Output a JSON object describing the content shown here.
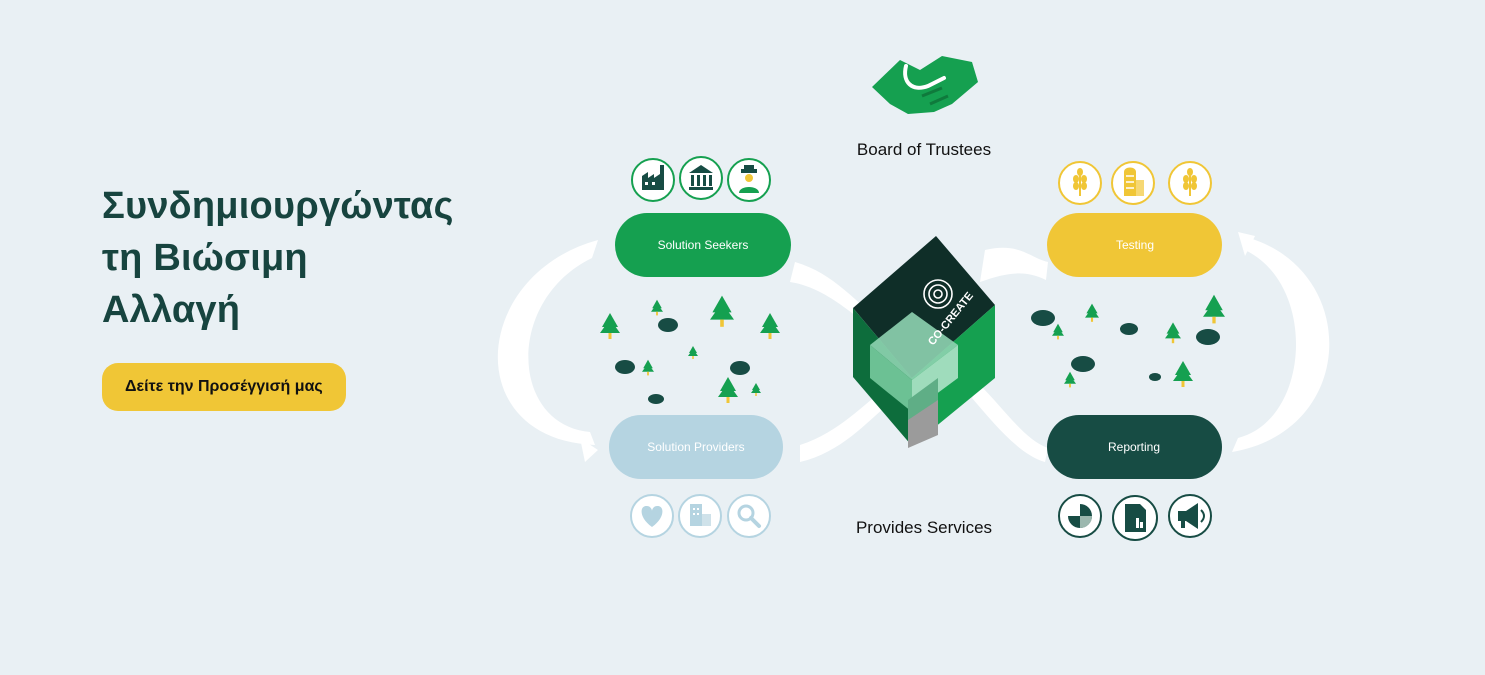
{
  "hero": {
    "title": "Συνδημιουργώντας\nτη Βιώσιμη\nΑλλαγή",
    "cta_label": "Δείτε την Προσέγγισή μας"
  },
  "diagram": {
    "board_label": "Board of Trustees",
    "services_label": "Provides Services",
    "cocreate_label": "CO-CREATE",
    "pills": {
      "solution_seekers": "Solution Seekers",
      "solution_providers": "Solution Providers",
      "testing": "Testing",
      "reporting": "Reporting"
    },
    "icons": {
      "seekers": [
        "factory-icon",
        "bank-icon",
        "farmer-icon"
      ],
      "providers": [
        "heart-icon",
        "building-icon",
        "search-icon"
      ],
      "testing": [
        "wheat-icon",
        "silo-icon",
        "wheat-icon"
      ],
      "reporting": [
        "pie-chart-icon",
        "report-document-icon",
        "megaphone-icon"
      ]
    }
  },
  "colors": {
    "background": "#e9f0f4",
    "title": "#17443f",
    "cta": "#f0c636",
    "green": "#15a050",
    "dark_green": "#174c44",
    "light_blue": "#b5d4e1",
    "yellow": "#f0c636"
  }
}
